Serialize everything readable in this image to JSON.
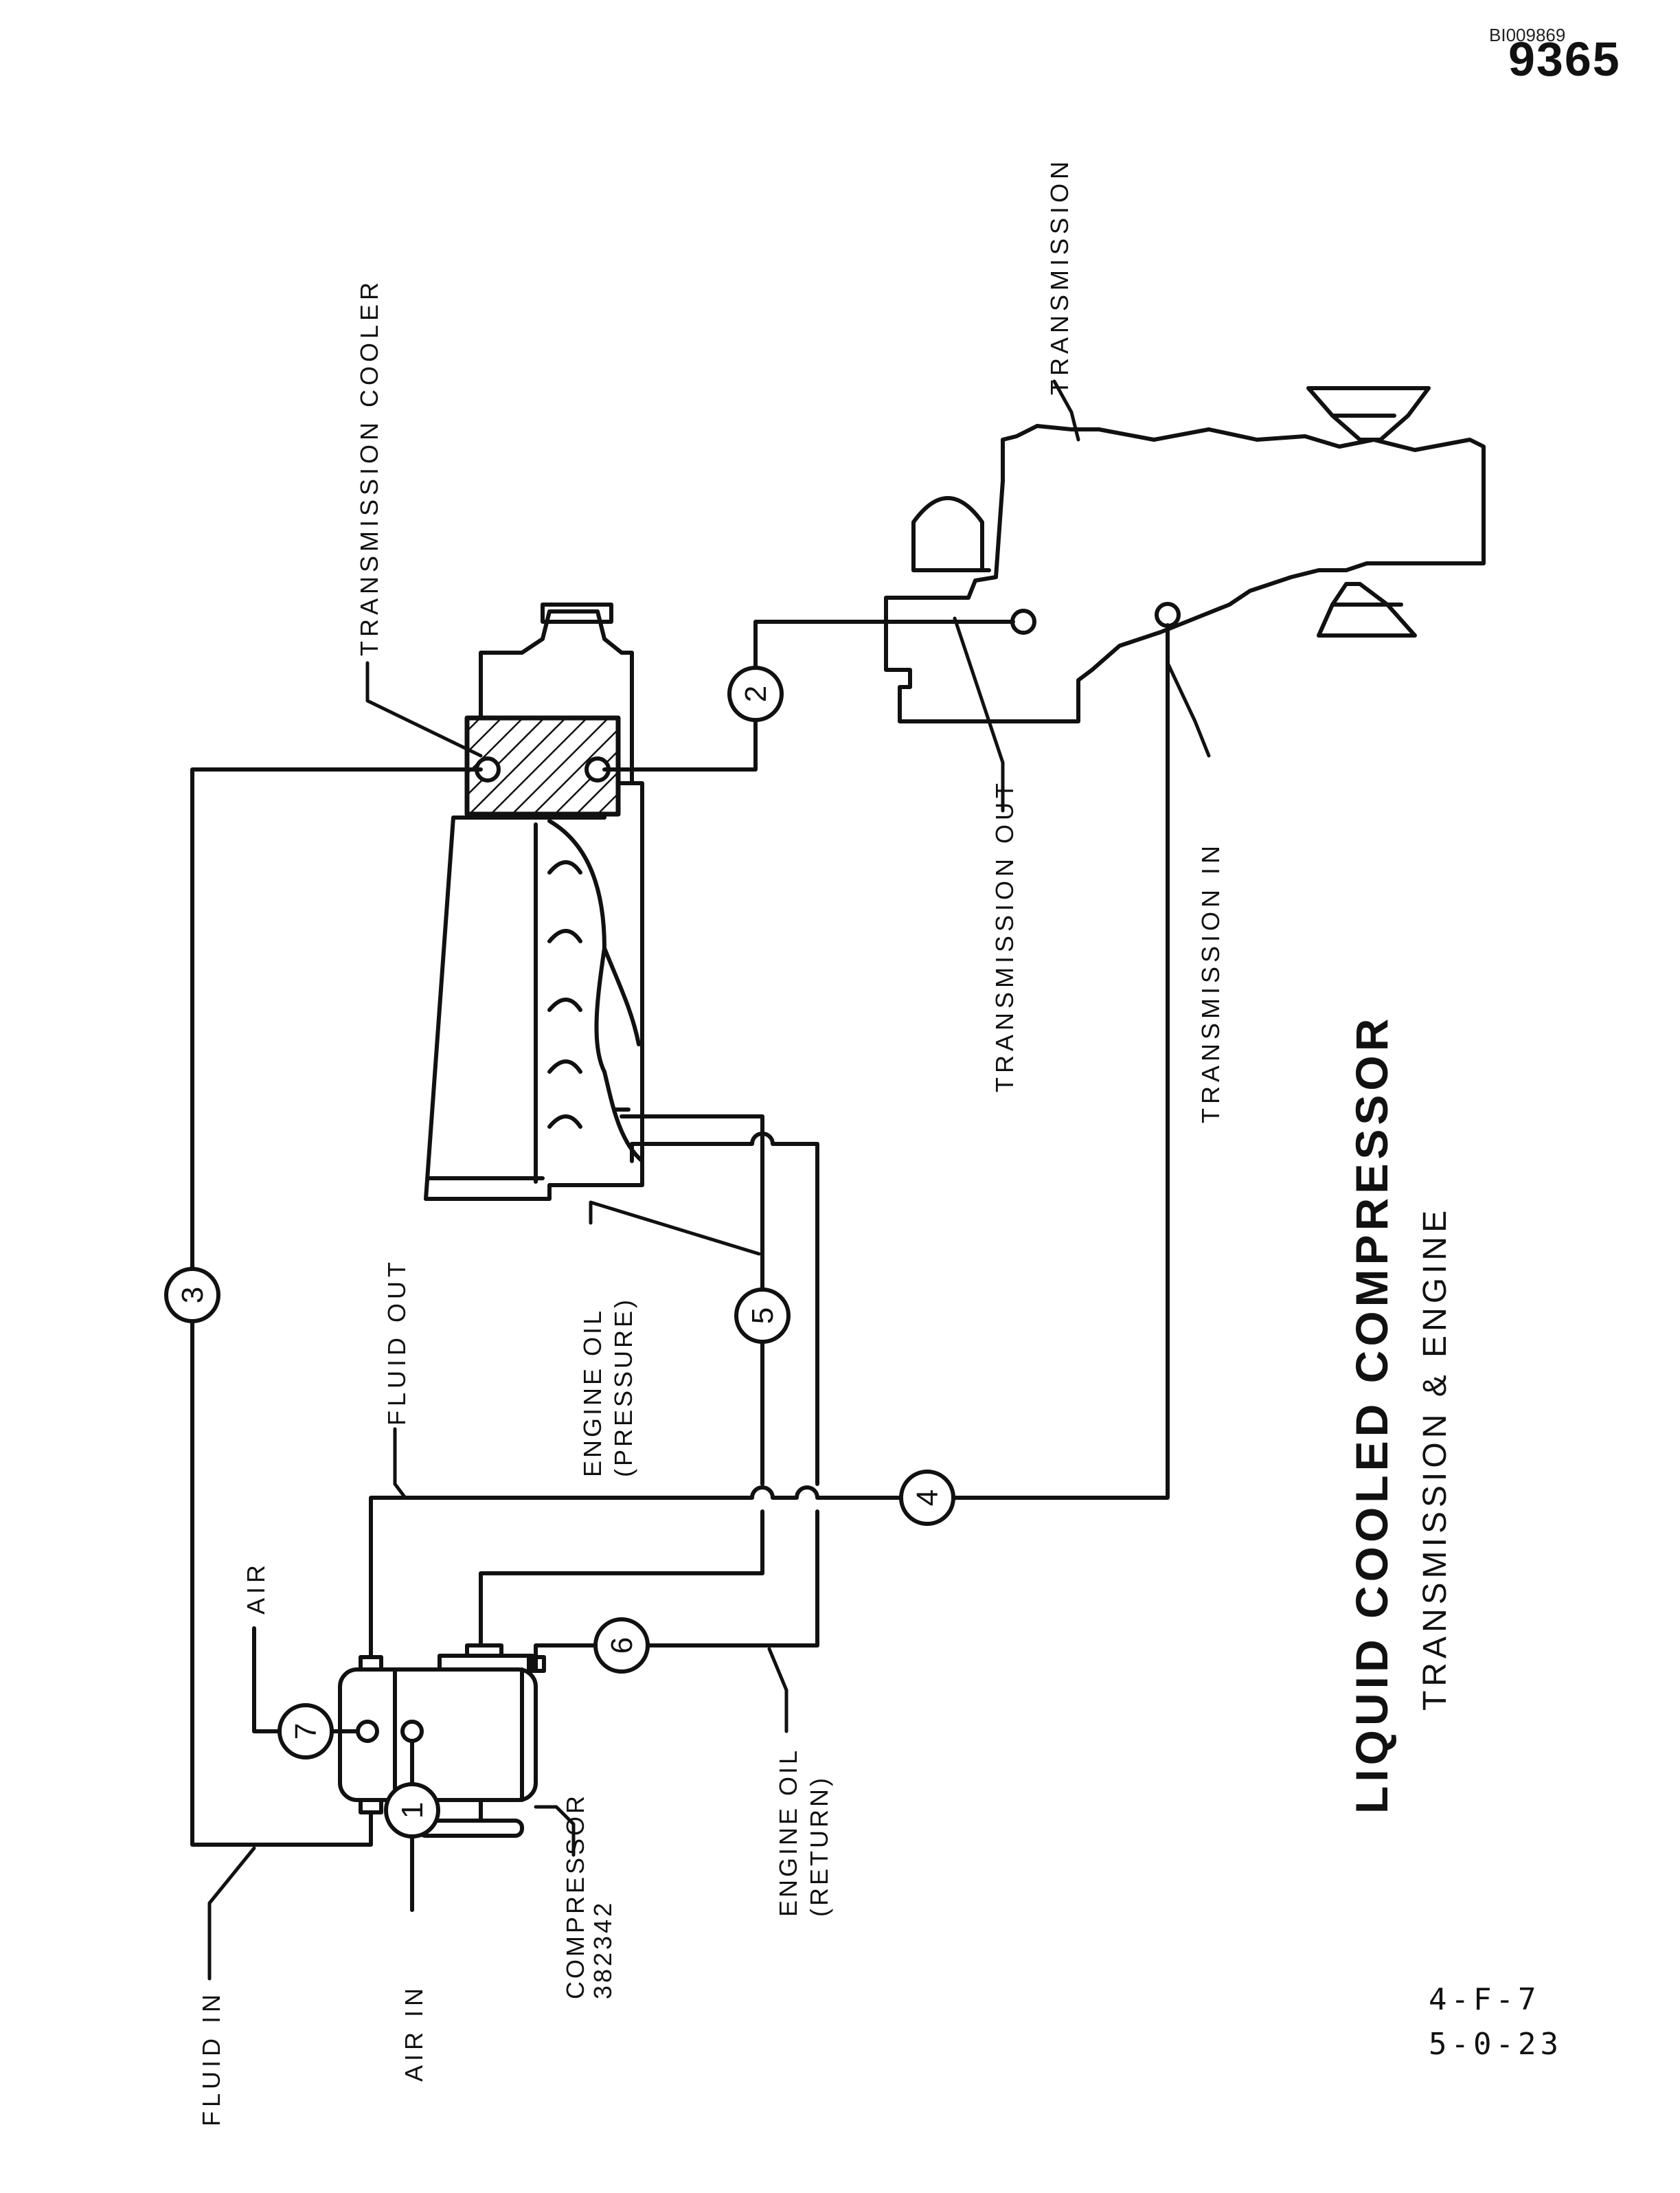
{
  "doc_id": "BI009869",
  "page_number": "9365",
  "title": "LIQUID COOLED COMPRESSOR",
  "subtitle": "TRANSMISSION & ENGINE",
  "codes": [
    "4-F-7",
    "5-0-23"
  ],
  "labels": {
    "transmission_cooler": "TRANSMISSION COOLER",
    "transmission": "TRANSMISSION",
    "transmission_out": "TRANSMISSION OUT",
    "transmission_in": "TRANSMISSION IN",
    "fluid_out": "FLUID OUT",
    "fluid_in": "FLUID IN",
    "air": "AIR",
    "air_in": "AIR IN",
    "compressor": "COMPRESSOR",
    "compressor_part": "382342",
    "engine_oil_pressure_1": "ENGINE OIL",
    "engine_oil_pressure_2": "(PRESSURE)",
    "engine_oil_return_1": "ENGINE OIL",
    "engine_oil_return_2": "(RETURN)"
  },
  "callouts": [
    "1",
    "2",
    "3",
    "4",
    "5",
    "6",
    "7"
  ]
}
